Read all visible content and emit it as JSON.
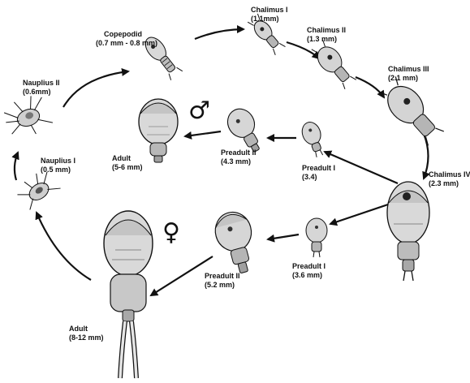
{
  "stages": {
    "nauplius1": {
      "name": "Nauplius I",
      "size": "(0.5 mm)"
    },
    "nauplius2": {
      "name": "Nauplius II",
      "size": "(0.6mm)"
    },
    "copepodid": {
      "name": "Copepodid",
      "size": "(0.7 mm - 0.8 mm)"
    },
    "chalimus1": {
      "name": "Chalimus I",
      "size": "(1.1mm)"
    },
    "chalimus2": {
      "name": "Chalimus II",
      "size": "(1.3 mm)"
    },
    "chalimus3": {
      "name": "Chalimus III",
      "size": "(2.1 mm)"
    },
    "chalimus4": {
      "name": "Chalimus IV",
      "size": "(2.3 mm)"
    },
    "preadult1_male": {
      "name": "Preadult I",
      "size": "(3.4)"
    },
    "preadult2_male": {
      "name": "Preadult II",
      "size": "(4.3 mm)"
    },
    "adult_male": {
      "name": "Adult",
      "size": "(5-6 mm)"
    },
    "preadult1_female": {
      "name": "Preadult I",
      "size": "(3.6 mm)"
    },
    "preadult2_female": {
      "name": "Preadult II",
      "size": "(5.2 mm)"
    },
    "adult_female": {
      "name": "Adult",
      "size": "(8-12 mm)"
    }
  },
  "symbols": {
    "male": "♂",
    "female": "♀"
  },
  "colors": {
    "ink": "#111111",
    "body": "#d9d9d9",
    "shade": "#8a8a8a"
  }
}
